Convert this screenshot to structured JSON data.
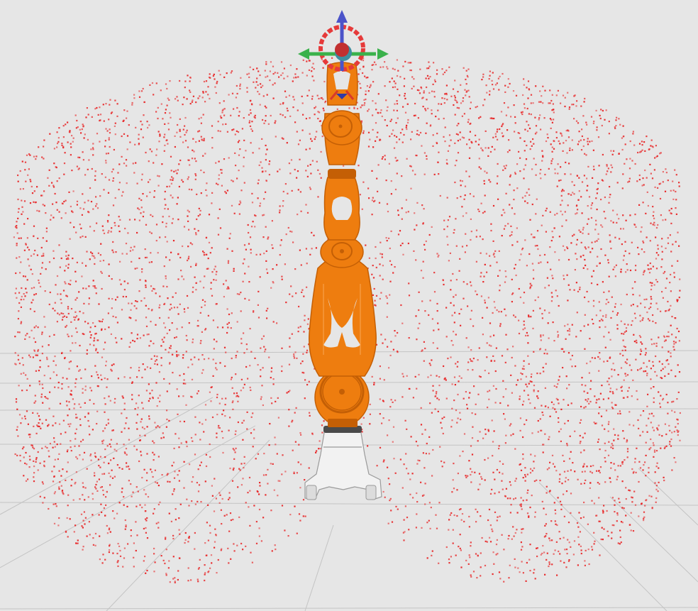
{
  "viewport": {
    "background": "#e6e6e6",
    "grid_color": "#c4c4c4"
  },
  "workspace": {
    "point_color": "#e8292a",
    "point_count": 5200,
    "shape": "reachable-workspace-point-cloud"
  },
  "robot": {
    "link_color": "#ee7d0f",
    "link_shade": "#c45f05",
    "link_highlight": "#f7a14a",
    "base_color": "#f2f2f2",
    "base_shade": "#9a9a9a",
    "pose": "upright"
  },
  "gizmo": {
    "ring_color": "#e63a3a",
    "x_axis_color": "#3ab14b",
    "y_axis_color": "#4b53c9",
    "center_color": "#c23030",
    "center_shadow": "#3f8fa0"
  }
}
